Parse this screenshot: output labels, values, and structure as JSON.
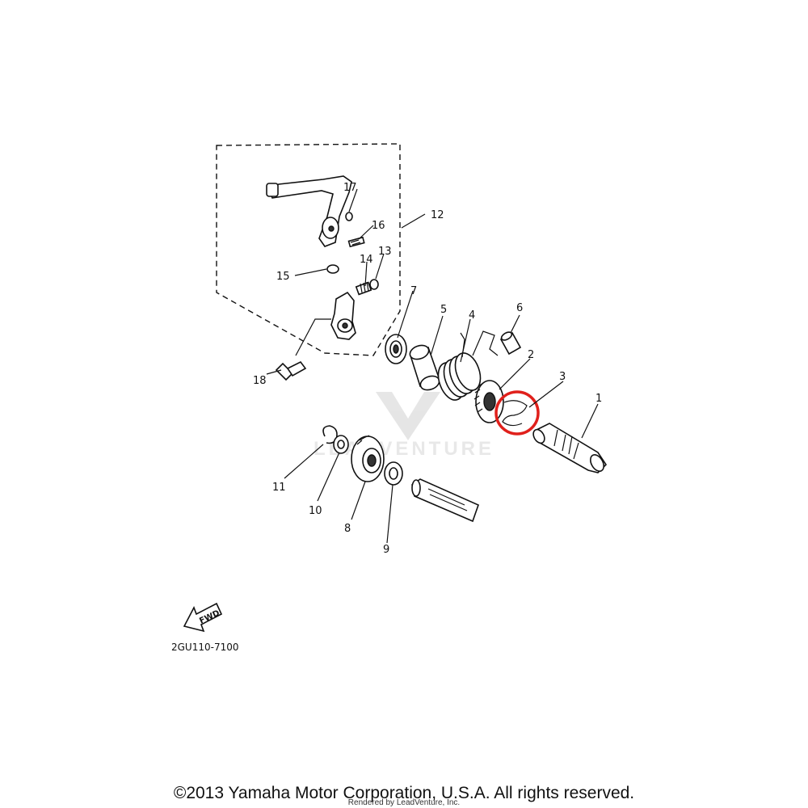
{
  "diagram": {
    "part_numbers": [
      "1",
      "2",
      "3",
      "4",
      "5",
      "6",
      "7",
      "8",
      "9",
      "10",
      "11",
      "12",
      "13",
      "14",
      "15",
      "16",
      "17",
      "18"
    ],
    "drawing_code": "2GU110-7100",
    "fwd_label": "FWD",
    "highlight_color": "#e0201b"
  },
  "watermark": {
    "text": "LEADVENTURE"
  },
  "footer": {
    "copyright": "©2013 Yamaha Motor Corporation, U.S.A. All rights reserved.",
    "rendered_by": "Rendered by LeadVenture, Inc."
  }
}
